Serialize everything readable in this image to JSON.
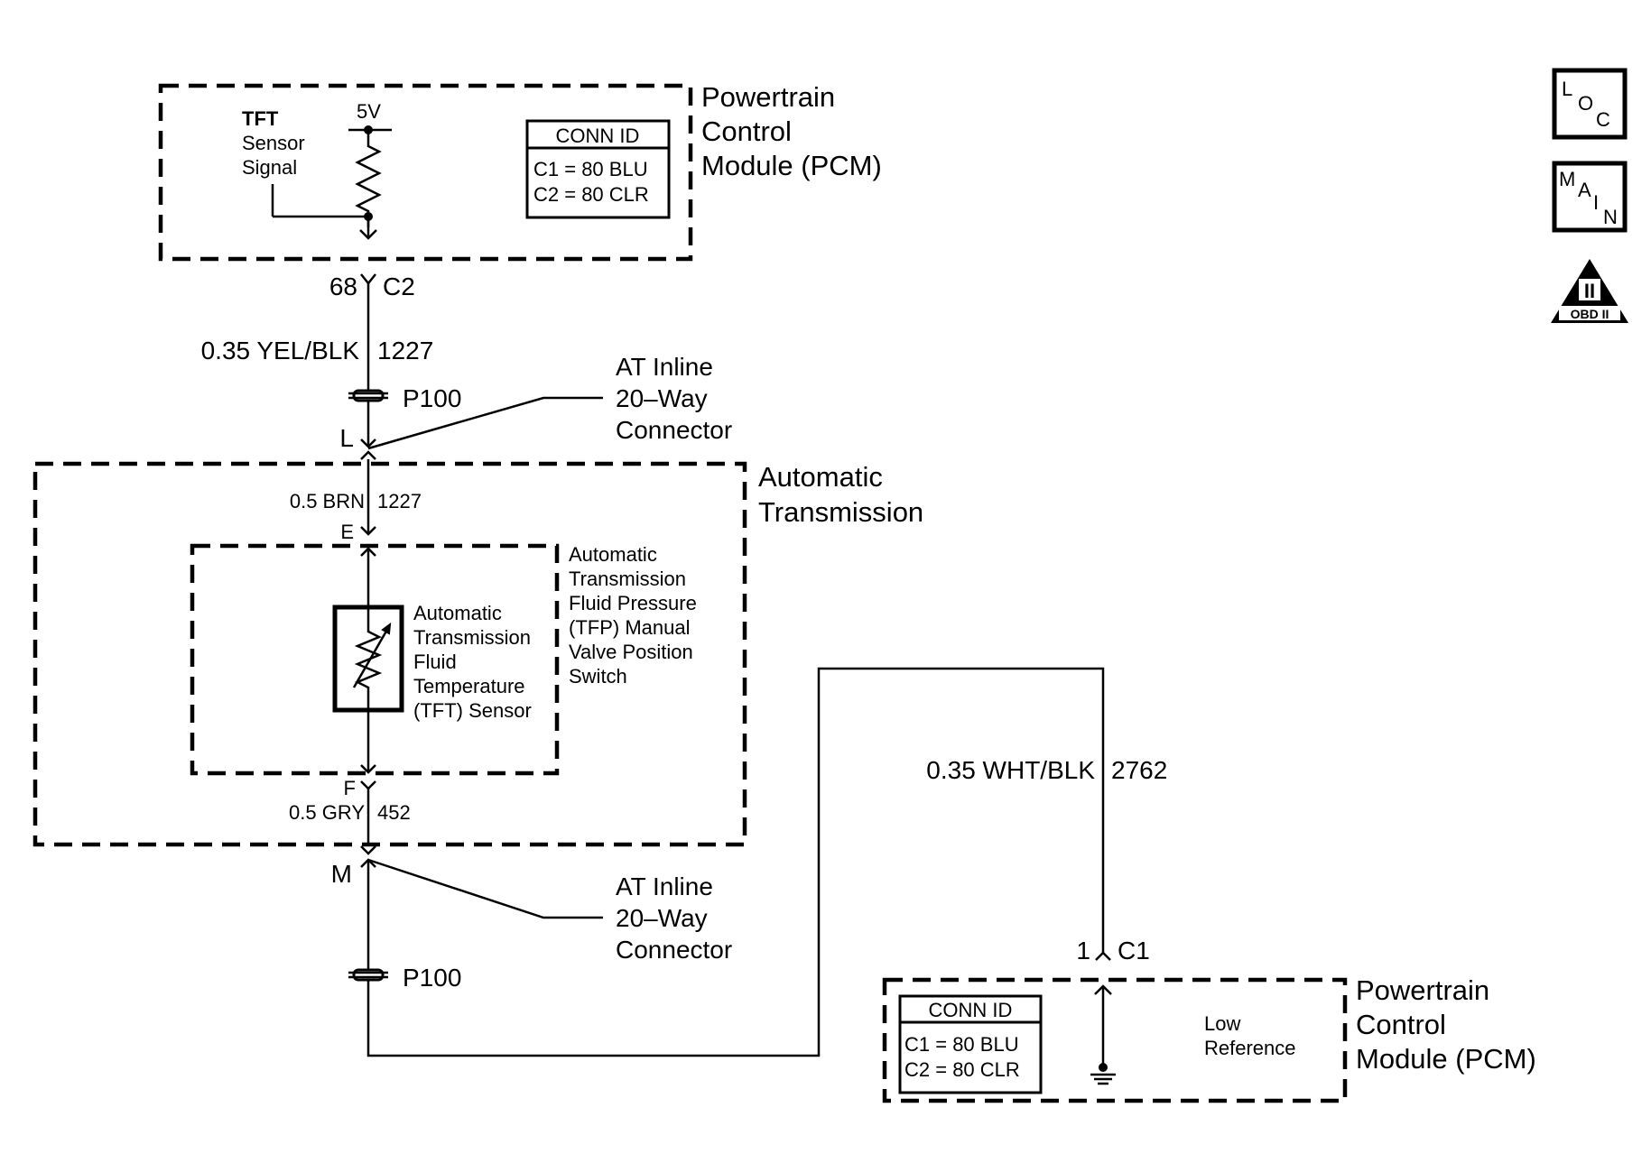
{
  "pcm_top": {
    "name_lines": [
      "Powertrain",
      "Control",
      "Module (PCM)"
    ],
    "signal_label_lines": [
      "TFT",
      "Sensor",
      "Signal"
    ],
    "voltage": "5V",
    "conn_id": {
      "title": "CONN ID",
      "lines": [
        "C1 = 80 BLU",
        "C2 = 80 CLR"
      ]
    },
    "pin": "68",
    "connector": "C2"
  },
  "wire_top": {
    "gauge_color": "0.35 YEL/BLK",
    "circuit": "1227"
  },
  "inline_top": {
    "splice": "P100",
    "pin": "L",
    "name_lines": [
      "AT Inline",
      "20–Way",
      "Connector"
    ]
  },
  "transmission": {
    "name_lines": [
      "Automatic",
      "Transmission"
    ],
    "wire_top": {
      "gauge_color": "0.5 BRN",
      "circuit": "1227",
      "pin": "E"
    },
    "wire_bottom": {
      "gauge_color": "0.5 GRY",
      "circuit": "452",
      "pin": "F"
    },
    "switch_lines": [
      "Automatic",
      "Transmission",
      "Fluid Pressure",
      "(TFP) Manual",
      "Valve Position",
      "Switch"
    ],
    "sensor_lines": [
      "Automatic",
      "Transmission",
      "Fluid",
      "Temperature",
      "(TFT) Sensor"
    ]
  },
  "inline_bottom": {
    "splice": "P100",
    "pin": "M",
    "name_lines": [
      "AT Inline",
      "20–Way",
      "Connector"
    ]
  },
  "wire_return": {
    "gauge_color": "0.35 WHT/BLK",
    "circuit": "2762"
  },
  "pcm_bottom": {
    "pin": "1",
    "connector": "C1",
    "name_lines": [
      "Powertrain",
      "Control",
      "Module (PCM)"
    ],
    "ref_label_lines": [
      "Low",
      "Reference"
    ],
    "conn_id": {
      "title": "CONN ID",
      "lines": [
        "C1 = 80 BLU",
        "C2 = 80 CLR"
      ]
    }
  },
  "side_icons": {
    "loc": {
      "icon": "loc-icon",
      "letters": [
        "L",
        "O",
        "C"
      ]
    },
    "main": {
      "icon": "main-icon",
      "letters": [
        "M",
        "A",
        "I",
        "N"
      ]
    },
    "obd": {
      "icon": "obd-ii-icon",
      "numeral": "II",
      "label": "OBD II"
    }
  }
}
